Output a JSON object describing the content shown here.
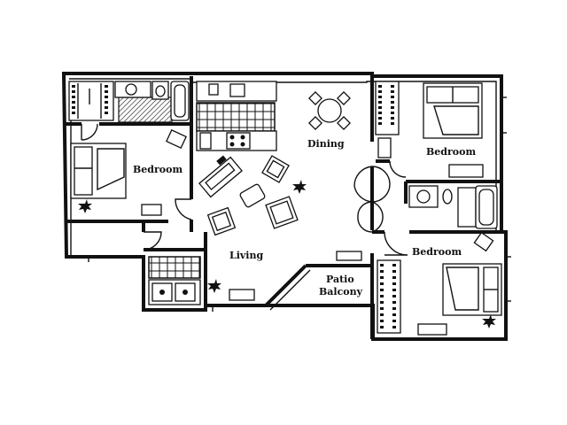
{
  "rooms": {
    "bedroom_left": "Bedroom",
    "dining": "Dining",
    "bedroom_top_right": "Bedroom",
    "bedroom_bottom_right": "Bedroom",
    "living": "Living",
    "patio": "Patio",
    "balcony": "Balcony"
  },
  "icons": [
    "bed-icon",
    "dining-table-icon",
    "sofa-icon",
    "armchair-icon",
    "plant-icon",
    "closet-icon",
    "bathtub-icon",
    "toilet-icon",
    "sink-icon",
    "stove-icon",
    "door-swing-icon"
  ]
}
